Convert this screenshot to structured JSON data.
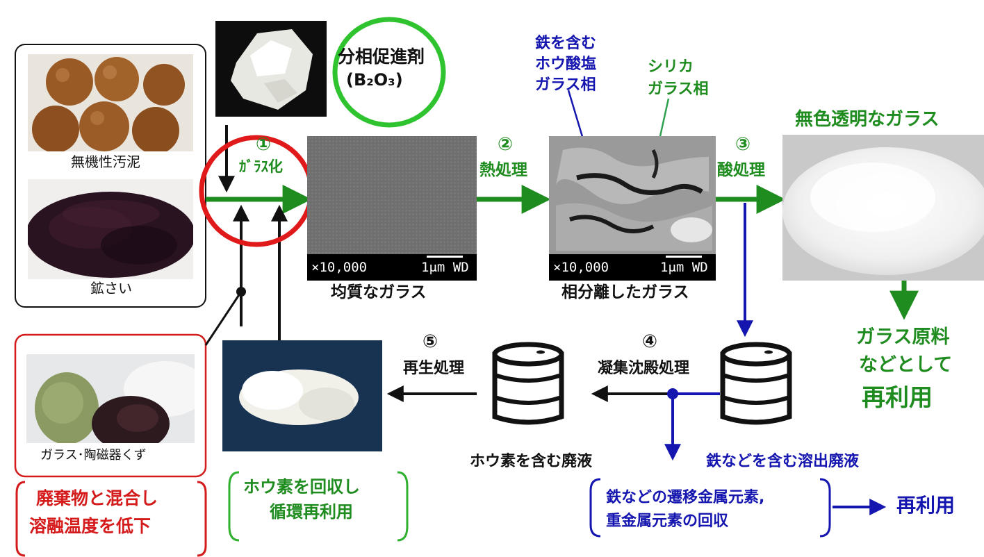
{
  "sources": {
    "sludge_label": "無機性汚泥",
    "slag_label": "鉱さい",
    "waste_label": "ガラス･陶磁器くず"
  },
  "additive": {
    "label_line1": "分相促進剤",
    "label_line2": "(B₂O₃)"
  },
  "steps": {
    "s1": {
      "num": "①",
      "label": "ｶﾞﾗｽ化"
    },
    "s2": {
      "num": "②",
      "label": "熱処理"
    },
    "s3": {
      "num": "③",
      "label": "酸処理"
    },
    "s4": {
      "num": "④",
      "label": "凝集沈殿処理"
    },
    "s5": {
      "num": "⑤",
      "label": "再生処理"
    }
  },
  "sem1": {
    "mag": "×10,000",
    "scale": "1μm WD",
    "caption": "均質なガラス"
  },
  "sem2": {
    "mag": "×10,000",
    "scale": "1μm WD",
    "caption": "相分離したガラス"
  },
  "phases": {
    "borate_line1": "鉄を含む",
    "borate_line2": "ホウ酸塩",
    "borate_line3": "ガラス相",
    "silica_line1": "シリカ",
    "silica_line2": "ガラス相"
  },
  "product": {
    "title": "無色透明なガラス",
    "reuse_line1": "ガラス原料",
    "reuse_line2": "などとして",
    "reuse_line3": "再利用"
  },
  "liquids": {
    "boron_waste": "ホウ素を含む廃液",
    "iron_waste": "鉄などを含む溶出廃液"
  },
  "recovery": {
    "line1": "鉄などの遷移金属元素,",
    "line2": "重金属元素の回収",
    "reuse": "再利用"
  },
  "notes": {
    "boron_line1": "ホウ素を回収し",
    "boron_line2": "循環再利用",
    "melt_line1": "廃棄物と混合し",
    "melt_line2": "溶融温度を低下"
  },
  "colors": {
    "green": "#1e8c1e",
    "blue": "#1515b0",
    "red": "#d41a1a",
    "bright_green": "#2fc42f"
  }
}
